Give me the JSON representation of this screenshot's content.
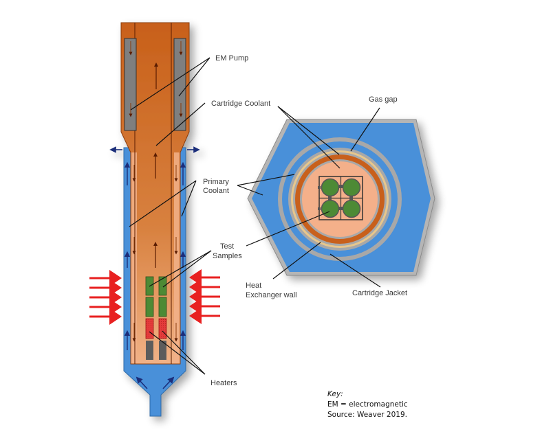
{
  "labels": {
    "em_pump": "EM Pump",
    "cartridge_coolant": "Cartridge Coolant",
    "gas_gap": "Gas gap",
    "primary_coolant_1": "Primary",
    "primary_coolant_2": "Coolant",
    "test_samples_1": "Test",
    "test_samples_2": "Samples",
    "heat_exchanger_1": "Heat",
    "heat_exchanger_2": "Exchanger wall",
    "cartridge_jacket": "Cartridge Jacket",
    "heaters": "Heaters"
  },
  "key": {
    "title": "Key:",
    "line1": "EM = electromagnetic",
    "line2": "Source: Weaver 2019."
  },
  "colors": {
    "cartridge_coolant": "#c8611a",
    "primary_coolant": "#4a90d9",
    "gas_gap": "#f4b08a",
    "pump": "#808080",
    "samples": "#4e8a35",
    "heaters": "#e03030",
    "heat_arrows": "#e82020",
    "flow_arrows": "#1a2f7a",
    "jacket": "#a8a8a8"
  }
}
